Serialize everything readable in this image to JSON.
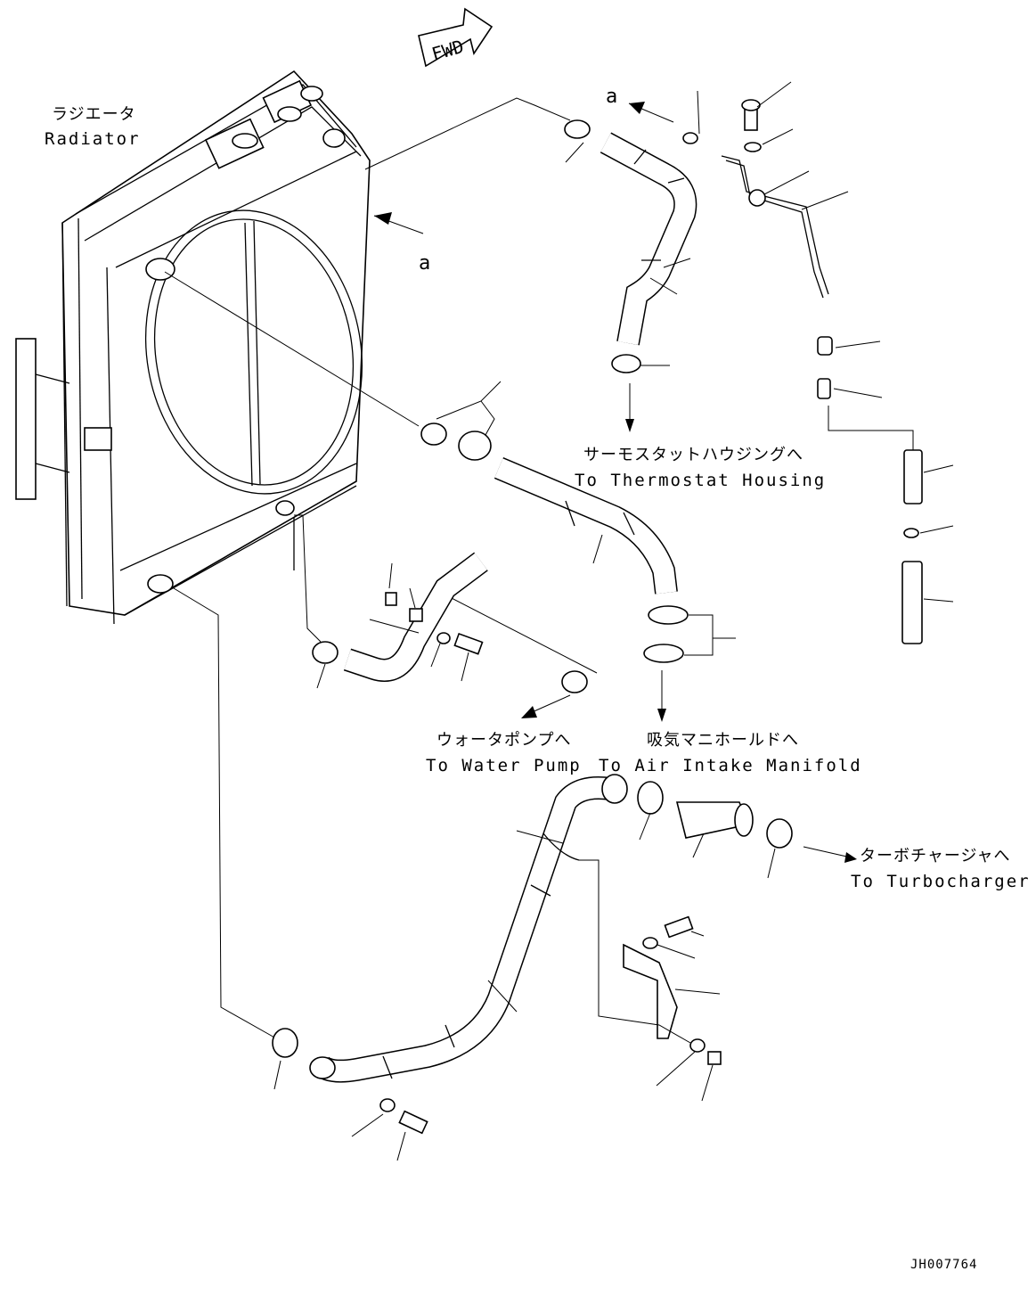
{
  "drawing": {
    "fwd_label": "FWD",
    "ref_a": "a",
    "radiator": {
      "jp": "ラジエータ",
      "en": "Radiator"
    },
    "thermostat": {
      "jp": "サーモスタットハウジングへ",
      "en": "To Thermostat Housing"
    },
    "water_pump": {
      "jp": "ウォータポンプへ",
      "en": "To Water Pump"
    },
    "air_intake": {
      "jp": "吸気マニホールドへ",
      "en": "To Air Intake Manifold"
    },
    "turbo": {
      "jp": "ターボチャージャへ",
      "en": "To Turbocharger"
    },
    "drawing_code": "JH007764"
  }
}
